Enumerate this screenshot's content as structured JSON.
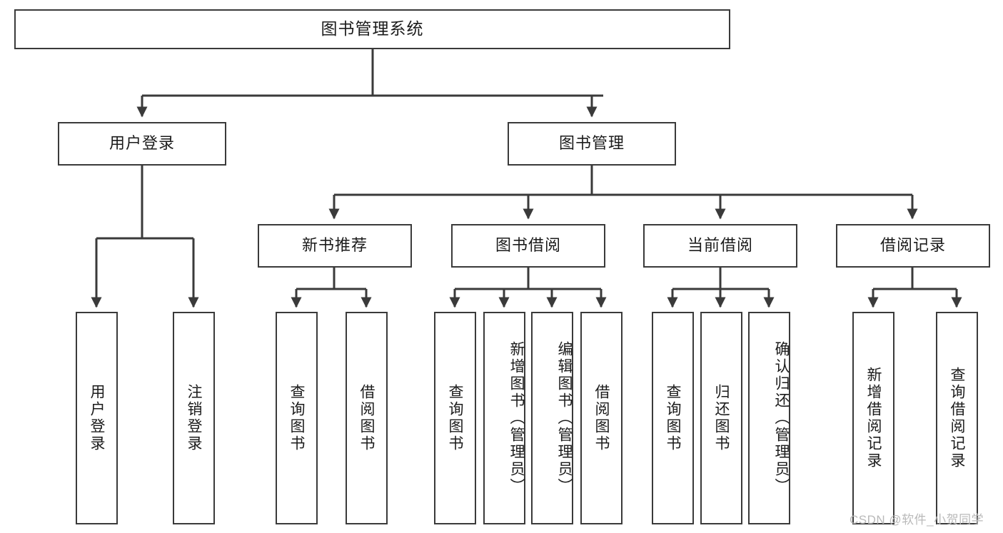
{
  "diagram": {
    "title": "图书管理系统",
    "type": "tree",
    "root": {
      "label": "图书管理系统"
    },
    "level2": [
      {
        "label": "用户登录"
      },
      {
        "label": "图书管理"
      }
    ],
    "level3": [
      {
        "label": "新书推荐"
      },
      {
        "label": "图书借阅"
      },
      {
        "label": "当前借阅"
      },
      {
        "label": "借阅记录"
      }
    ],
    "leaves": {
      "user_login": [
        {
          "label": "用户登录"
        },
        {
          "label": "注销登录"
        }
      ],
      "new_book_recommend": [
        {
          "label": "查询图书"
        },
        {
          "label": "借阅图书"
        }
      ],
      "book_borrow": [
        {
          "label": "查询图书"
        },
        {
          "label": "新增图书（管理员）"
        },
        {
          "label": "编辑图书（管理员）"
        },
        {
          "label": "借阅图书"
        }
      ],
      "current_borrow": [
        {
          "label": "查询图书"
        },
        {
          "label": "归还图书"
        },
        {
          "label": "确认归还（管理员）"
        }
      ],
      "borrow_record": [
        {
          "label": "新增借阅记录"
        },
        {
          "label": "查询借阅记录"
        }
      ]
    }
  },
  "watermark": {
    "text": "CSDN @软件_小贺同学"
  },
  "colors": {
    "border": "#3a3a3a",
    "text": "#1b1b1b",
    "background": "#ffffff",
    "watermark": "#b9b9b9"
  }
}
